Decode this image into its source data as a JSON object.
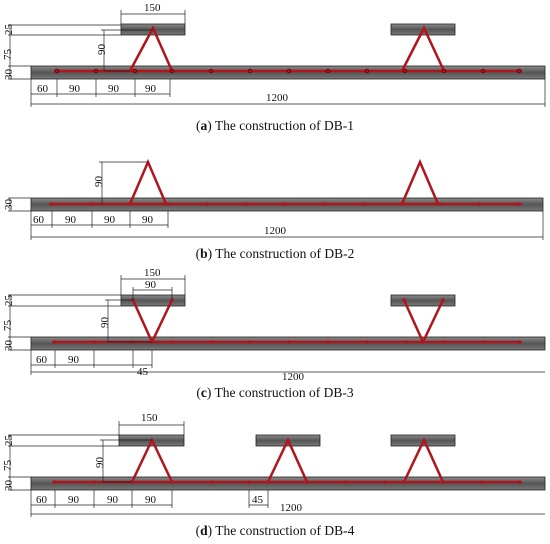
{
  "panels": [
    {
      "letter": "a",
      "caption": "The construction of DB-1",
      "dims": {
        "w150": "150",
        "w90top": "",
        "h25": "25",
        "h75": "75",
        "h30": "30",
        "h90": "90",
        "s1": "60",
        "s2": "90",
        "s3": "90",
        "s4": "90",
        "s45": "",
        "total": "1200"
      }
    },
    {
      "letter": "b",
      "caption": "The construction of DB-2",
      "dims": {
        "h30": "30",
        "h90": "90",
        "s1": "60",
        "s2": "90",
        "s3": "90",
        "s4": "90",
        "total": "1200"
      }
    },
    {
      "letter": "c",
      "caption": "The construction of DB-3",
      "dims": {
        "w150": "150",
        "w90top": "90",
        "h25": "25",
        "h75": "75",
        "h30": "30",
        "h90": "90",
        "s1": "60",
        "s2": "90",
        "s45": "45",
        "total": "1200"
      }
    },
    {
      "letter": "d",
      "caption": "The construction of DB-4",
      "dims": {
        "w150": "150",
        "h25": "25",
        "h75": "75",
        "h30": "30",
        "h90": "90",
        "s1": "60",
        "s2": "90",
        "s3": "90",
        "s4": "90",
        "s45": "45",
        "total": "1200"
      }
    }
  ],
  "colors": {
    "rebar": "#b0151d",
    "slab": "#6e6e6e",
    "slab_light": "#9a9a9a",
    "dim_line": "#222222"
  }
}
